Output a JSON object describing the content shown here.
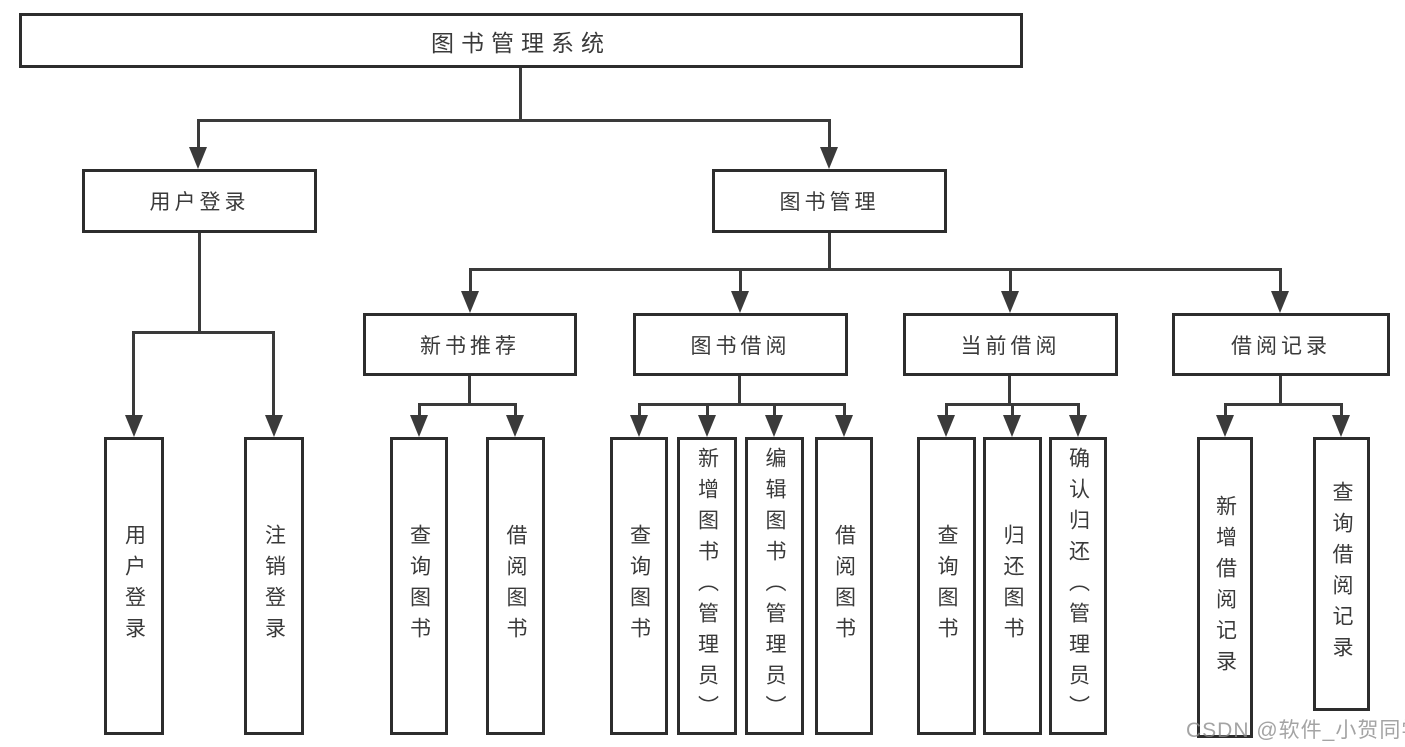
{
  "nodes": {
    "root": "图书管理系统",
    "user_login": "用户登录",
    "book_mgmt": "图书管理",
    "new_book_rec": "新书推荐",
    "book_borrow": "图书借阅",
    "current_borrow": "当前借阅",
    "borrow_record": "借阅记录",
    "leaf_user_login": "用户登录",
    "leaf_logout": "注销登录",
    "leaf_query_book_1": "查询图书",
    "leaf_borrow_book_1": "借阅图书",
    "leaf_query_book_2": "查询图书",
    "leaf_add_book": "新增图书（管理员）",
    "leaf_edit_book": "编辑图书（管理员）",
    "leaf_borrow_book_2": "借阅图书",
    "leaf_query_book_3": "查询图书",
    "leaf_return_book": "归还图书",
    "leaf_confirm_return": "确认归还（管理员）",
    "leaf_add_record": "新增借阅记录",
    "leaf_query_record": "查询借阅记录"
  },
  "watermark": "CSDN @软件_小贺同学",
  "colors": {
    "line": "#3a3a3a",
    "border": "#2d2d2d",
    "text": "#3a3a3a",
    "watermark": "#8a8a8a"
  }
}
